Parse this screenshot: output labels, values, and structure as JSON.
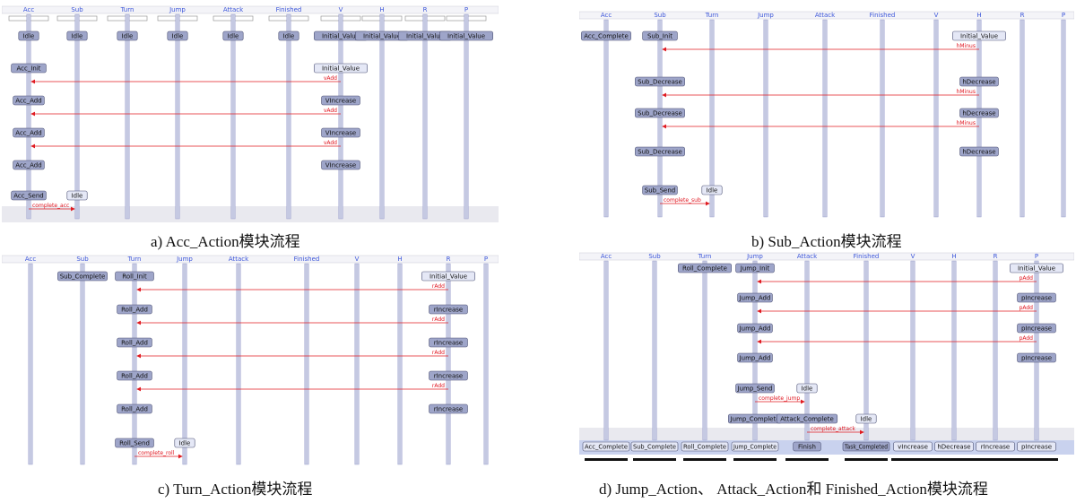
{
  "colors": {
    "lifeline": "#c5c9e2",
    "lifeline_edge": "#8f95c8",
    "node_dark": "#9ea5c9",
    "node_light": "#e5e8f6",
    "message": "#e01b22",
    "header_text": "#3b55d9",
    "bottom_band": "#e9e9ef",
    "final_band": "#c9d2ee"
  },
  "panels": [
    {
      "id": "a",
      "caption": "a)   Acc_Action模块流程",
      "lifelines": [
        "Acc",
        "Sub",
        "Turn",
        "Jump",
        "Attack",
        "Finished",
        "V",
        "H",
        "R",
        "P"
      ],
      "nodes": [
        {
          "t": "Idle",
          "lane": 0,
          "row": 0,
          "dark": true
        },
        {
          "t": "Idle",
          "lane": 1,
          "row": 0,
          "dark": true
        },
        {
          "t": "Idle",
          "lane": 2,
          "row": 0,
          "dark": true
        },
        {
          "t": "Idle",
          "lane": 3,
          "row": 0,
          "dark": true
        },
        {
          "t": "Idle",
          "lane": 4,
          "row": 0,
          "dark": true
        },
        {
          "t": "Idle",
          "lane": 5,
          "row": 0,
          "dark": true
        },
        {
          "t": "Initial_Value",
          "lane": 6,
          "row": 0,
          "dark": true
        },
        {
          "t": "Initial_Value",
          "lane": 7,
          "row": 0,
          "dark": true
        },
        {
          "t": "Initial_Value",
          "lane": 8,
          "row": 0,
          "dark": true
        },
        {
          "t": "Initial_Value",
          "lane": 9,
          "row": 0,
          "dark": true
        },
        {
          "t": "Acc_Init",
          "lane": 0,
          "row": 1,
          "dark": true
        },
        {
          "t": "Initial_Value",
          "lane": 6,
          "row": 1,
          "dark": false
        },
        {
          "t": "Acc_Add",
          "lane": 0,
          "row": 2,
          "dark": true
        },
        {
          "t": "VIncrease",
          "lane": 6,
          "row": 2,
          "dark": true
        },
        {
          "t": "Acc_Add",
          "lane": 0,
          "row": 3,
          "dark": true
        },
        {
          "t": "VIncrease",
          "lane": 6,
          "row": 3,
          "dark": true
        },
        {
          "t": "Acc_Add",
          "lane": 0,
          "row": 4,
          "dark": true
        },
        {
          "t": "VIncrease",
          "lane": 6,
          "row": 4,
          "dark": true
        },
        {
          "t": "Acc_Send",
          "lane": 0,
          "row": 5,
          "dark": true
        },
        {
          "t": "Idle",
          "lane": 1,
          "row": 5,
          "dark": false
        }
      ],
      "messages": [
        {
          "t": "vAdd",
          "from": 6,
          "to": 0,
          "row": 1
        },
        {
          "t": "vAdd",
          "from": 6,
          "to": 0,
          "row": 2
        },
        {
          "t": "vAdd",
          "from": 6,
          "to": 0,
          "row": 3
        },
        {
          "t": "complete_acc",
          "from": 0,
          "to": 1,
          "row": 5
        }
      ]
    },
    {
      "id": "b",
      "caption": "b)   Sub_Action模块流程",
      "lifelines": [
        "Acc",
        "Sub",
        "Turn",
        "Jump",
        "Attack",
        "Finished",
        "V",
        "H",
        "R",
        "P"
      ],
      "nodes": [
        {
          "t": "Acc_Complete",
          "lane": 0,
          "row": 0,
          "dark": true
        },
        {
          "t": "Sub_Init",
          "lane": 1,
          "row": 0,
          "dark": true
        },
        {
          "t": "Initial_Value",
          "lane": 7,
          "row": 0,
          "dark": false
        },
        {
          "t": "Sub_Decrease",
          "lane": 1,
          "row": 1,
          "dark": true
        },
        {
          "t": "hDecrease",
          "lane": 7,
          "row": 1,
          "dark": true
        },
        {
          "t": "Sub_Decrease",
          "lane": 1,
          "row": 2,
          "dark": true
        },
        {
          "t": "hDecrease",
          "lane": 7,
          "row": 2,
          "dark": true
        },
        {
          "t": "Sub_Decrease",
          "lane": 1,
          "row": 3,
          "dark": true
        },
        {
          "t": "hDecrease",
          "lane": 7,
          "row": 3,
          "dark": true
        },
        {
          "t": "Sub_Send",
          "lane": 1,
          "row": 4,
          "dark": true
        },
        {
          "t": "Idle",
          "lane": 2,
          "row": 4,
          "dark": false
        }
      ],
      "messages": [
        {
          "t": "hMinus",
          "from": 7,
          "to": 1,
          "row": 0
        },
        {
          "t": "hMinus",
          "from": 7,
          "to": 1,
          "row": 1
        },
        {
          "t": "hMinus",
          "from": 7,
          "to": 1,
          "row": 2
        },
        {
          "t": "complete_sub",
          "from": 1,
          "to": 2,
          "row": 4
        }
      ]
    },
    {
      "id": "c",
      "caption": "c)   Turn_Action模块流程",
      "lifelines": [
        "Acc",
        "Sub",
        "Turn",
        "Jump",
        "Attack",
        "Finished",
        "V",
        "H",
        "R",
        "P"
      ],
      "nodes": [
        {
          "t": "Sub_Complete",
          "lane": 1,
          "row": 0,
          "dark": true
        },
        {
          "t": "Roll_Init",
          "lane": 2,
          "row": 0,
          "dark": true
        },
        {
          "t": "Initial_Value",
          "lane": 8,
          "row": 0,
          "dark": false
        },
        {
          "t": "Roll_Add",
          "lane": 2,
          "row": 1,
          "dark": true
        },
        {
          "t": "rIncrease",
          "lane": 8,
          "row": 1,
          "dark": true
        },
        {
          "t": "Roll_Add",
          "lane": 2,
          "row": 2,
          "dark": true
        },
        {
          "t": "rIncrease",
          "lane": 8,
          "row": 2,
          "dark": true
        },
        {
          "t": "Roll_Add",
          "lane": 2,
          "row": 3,
          "dark": true
        },
        {
          "t": "rIncrease",
          "lane": 8,
          "row": 3,
          "dark": true
        },
        {
          "t": "Roll_Add",
          "lane": 2,
          "row": 4,
          "dark": true
        },
        {
          "t": "rIncrease",
          "lane": 8,
          "row": 4,
          "dark": true
        },
        {
          "t": "Roll_Send",
          "lane": 2,
          "row": 5,
          "dark": true
        },
        {
          "t": "Idle",
          "lane": 3,
          "row": 5,
          "dark": false
        }
      ],
      "messages": [
        {
          "t": "rAdd",
          "from": 8,
          "to": 2,
          "row": 0
        },
        {
          "t": "rAdd",
          "from": 8,
          "to": 2,
          "row": 1
        },
        {
          "t": "rAdd",
          "from": 8,
          "to": 2,
          "row": 2
        },
        {
          "t": "rAdd",
          "from": 8,
          "to": 2,
          "row": 3
        },
        {
          "t": "complete_roll",
          "from": 2,
          "to": 3,
          "row": 5
        }
      ]
    },
    {
      "id": "d",
      "caption": "d)   Jump_Action、 Attack_Action和 Finished_Action模块流程",
      "lifelines": [
        "Acc",
        "Sub",
        "Turn",
        "Jump",
        "Attack",
        "Finished",
        "V",
        "H",
        "R",
        "P"
      ],
      "nodes": [
        {
          "t": "Roll_Complete",
          "lane": 2,
          "row": 0,
          "dark": true
        },
        {
          "t": "Jump_Init",
          "lane": 3,
          "row": 0,
          "dark": true
        },
        {
          "t": "Initial_Value",
          "lane": 9,
          "row": 0,
          "dark": false
        },
        {
          "t": "Jump_Add",
          "lane": 3,
          "row": 1,
          "dark": true
        },
        {
          "t": "pIncrease",
          "lane": 9,
          "row": 1,
          "dark": true
        },
        {
          "t": "Jump_Add",
          "lane": 3,
          "row": 2,
          "dark": true
        },
        {
          "t": "pIncrease",
          "lane": 9,
          "row": 2,
          "dark": true
        },
        {
          "t": "Jump_Add",
          "lane": 3,
          "row": 3,
          "dark": true
        },
        {
          "t": "pIncrease",
          "lane": 9,
          "row": 3,
          "dark": true
        },
        {
          "t": "Jump_Send",
          "lane": 3,
          "row": 4,
          "dark": true
        },
        {
          "t": "Idle",
          "lane": 4,
          "row": 4,
          "dark": false
        },
        {
          "t": "Jump_Complete",
          "lane": 3,
          "row": 5,
          "dark": true
        },
        {
          "t": "Attack_Complete",
          "lane": 4,
          "row": 5,
          "dark": true
        },
        {
          "t": "Idle",
          "lane": 5,
          "row": 5,
          "dark": false
        },
        {
          "t": "Acc_Complete",
          "lane": 0,
          "row": 6,
          "dark": false
        },
        {
          "t": "Sub_Complete",
          "lane": 1,
          "row": 6,
          "dark": false
        },
        {
          "t": "Roll_Complete",
          "lane": 2,
          "row": 6,
          "dark": false
        },
        {
          "t": "Jump_Complete",
          "lane": 3,
          "row": 6,
          "dark": false
        },
        {
          "t": "Finish",
          "lane": 4,
          "row": 6,
          "dark": true
        },
        {
          "t": "Task_Completed",
          "lane": 5,
          "row": 6,
          "dark": true
        },
        {
          "t": "vIncrease",
          "lane": 6,
          "row": 6,
          "dark": false
        },
        {
          "t": "hDecrease",
          "lane": 7,
          "row": 6,
          "dark": false
        },
        {
          "t": "rIncrease",
          "lane": 8,
          "row": 6,
          "dark": false
        },
        {
          "t": "pIncrease",
          "lane": 9,
          "row": 6,
          "dark": false
        }
      ],
      "messages": [
        {
          "t": "pAdd",
          "from": 9,
          "to": 3,
          "row": 0
        },
        {
          "t": "pAdd",
          "from": 9,
          "to": 3,
          "row": 1
        },
        {
          "t": "pAdd",
          "from": 9,
          "to": 3,
          "row": 2
        },
        {
          "t": "complete_jump",
          "from": 3,
          "to": 4,
          "row": 4
        },
        {
          "t": "complete_attack",
          "from": 4,
          "to": 5,
          "row": 5
        }
      ]
    }
  ]
}
